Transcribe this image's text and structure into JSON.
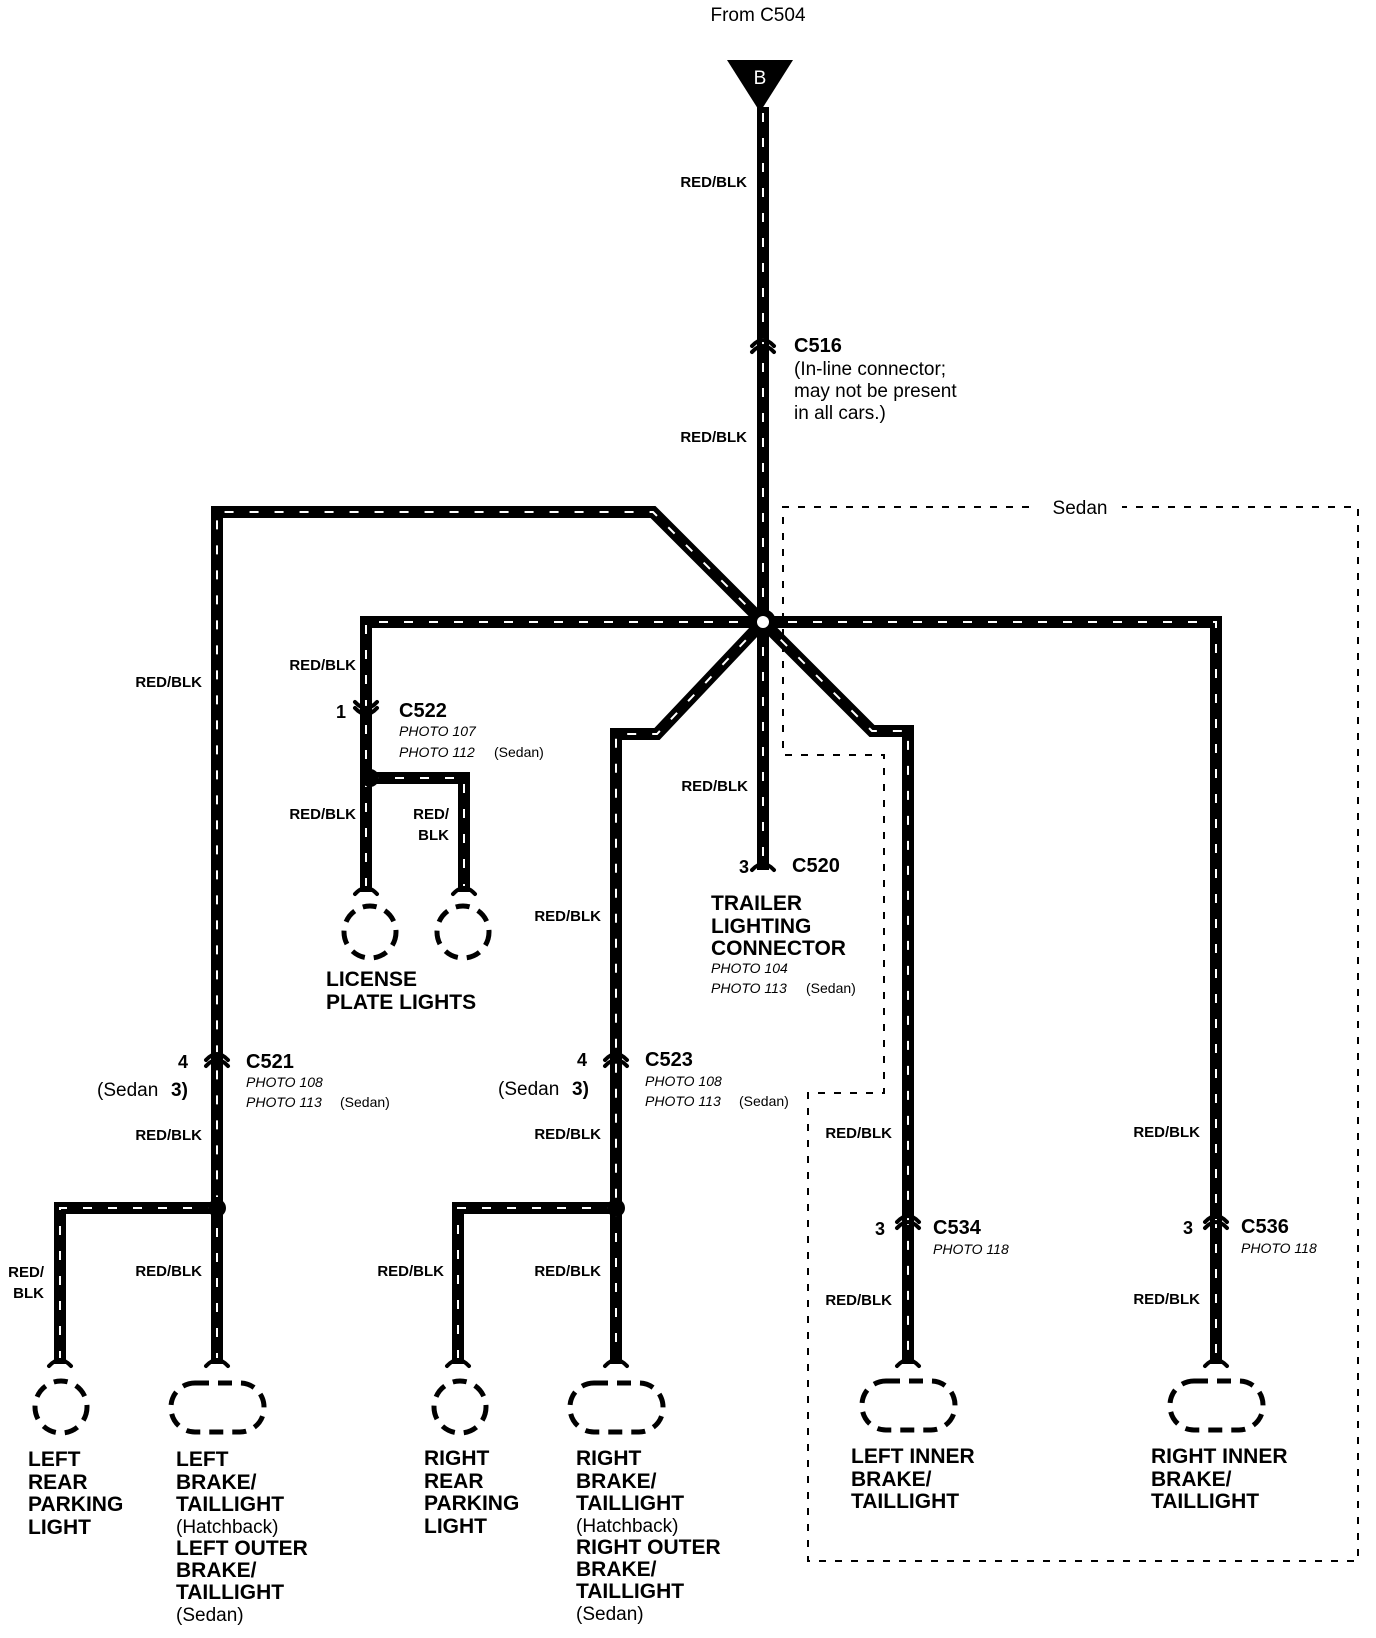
{
  "source": {
    "label": "From C504",
    "connector": "B"
  },
  "wire_color": "RED/BLK",
  "wire_color_split": [
    "RED/",
    "BLK"
  ],
  "group_box": {
    "label": "Sedan"
  },
  "connectors": {
    "c516": {
      "id": "C516",
      "note": [
        "(In-line connector;",
        "may not be present",
        "in all cars.)"
      ]
    },
    "c522": {
      "id": "C522",
      "pin": "1",
      "photos": [
        "PHOTO 107",
        "PHOTO 112"
      ],
      "photo_note": "(Sedan)"
    },
    "c520": {
      "id": "C520",
      "pin": "3"
    },
    "c521": {
      "id": "C521",
      "pin": "4",
      "sedan_label": "(Sedan",
      "sedan_pin": "3)",
      "photos": [
        "PHOTO 108",
        "PHOTO 113"
      ],
      "photo_note": "(Sedan)"
    },
    "c523": {
      "id": "C523",
      "pin": "4",
      "sedan_label": "(Sedan",
      "sedan_pin": "3)",
      "photos": [
        "PHOTO 108",
        "PHOTO 113"
      ],
      "photo_note": "(Sedan)"
    },
    "c534": {
      "id": "C534",
      "pin": "3",
      "photos": [
        "PHOTO 118"
      ]
    },
    "c536": {
      "id": "C536",
      "pin": "3",
      "photos": [
        "PHOTO 118"
      ]
    }
  },
  "trailer": {
    "lines": [
      "TRAILER",
      "LIGHTING",
      "CONNECTOR"
    ],
    "photos": [
      "PHOTO 104",
      "PHOTO 113"
    ],
    "photo_note": "(Sedan)"
  },
  "license_plate": {
    "lines": [
      "LICENSE",
      "PLATE LIGHTS"
    ]
  },
  "components": {
    "left_rear_parking": [
      "LEFT",
      "REAR",
      "PARKING",
      "LIGHT"
    ],
    "left_brake": {
      "lines": [
        "LEFT",
        "BRAKE/",
        "TAILLIGHT"
      ],
      "sub1": "(Hatchback)",
      "lines2": [
        "LEFT OUTER",
        "BRAKE/",
        "TAILLIGHT"
      ],
      "sub2": "(Sedan)"
    },
    "right_rear_parking": [
      "RIGHT",
      "REAR",
      "PARKING",
      "LIGHT"
    ],
    "right_brake": {
      "lines": [
        "RIGHT",
        "BRAKE/",
        "TAILLIGHT"
      ],
      "sub1": "(Hatchback)",
      "lines2": [
        "RIGHT OUTER",
        "BRAKE/",
        "TAILLIGHT"
      ],
      "sub2": "(Sedan)"
    },
    "left_inner": [
      "LEFT INNER",
      "BRAKE/",
      "TAILLIGHT"
    ],
    "right_inner": [
      "RIGHT INNER",
      "BRAKE/",
      "TAILLIGHT"
    ]
  }
}
